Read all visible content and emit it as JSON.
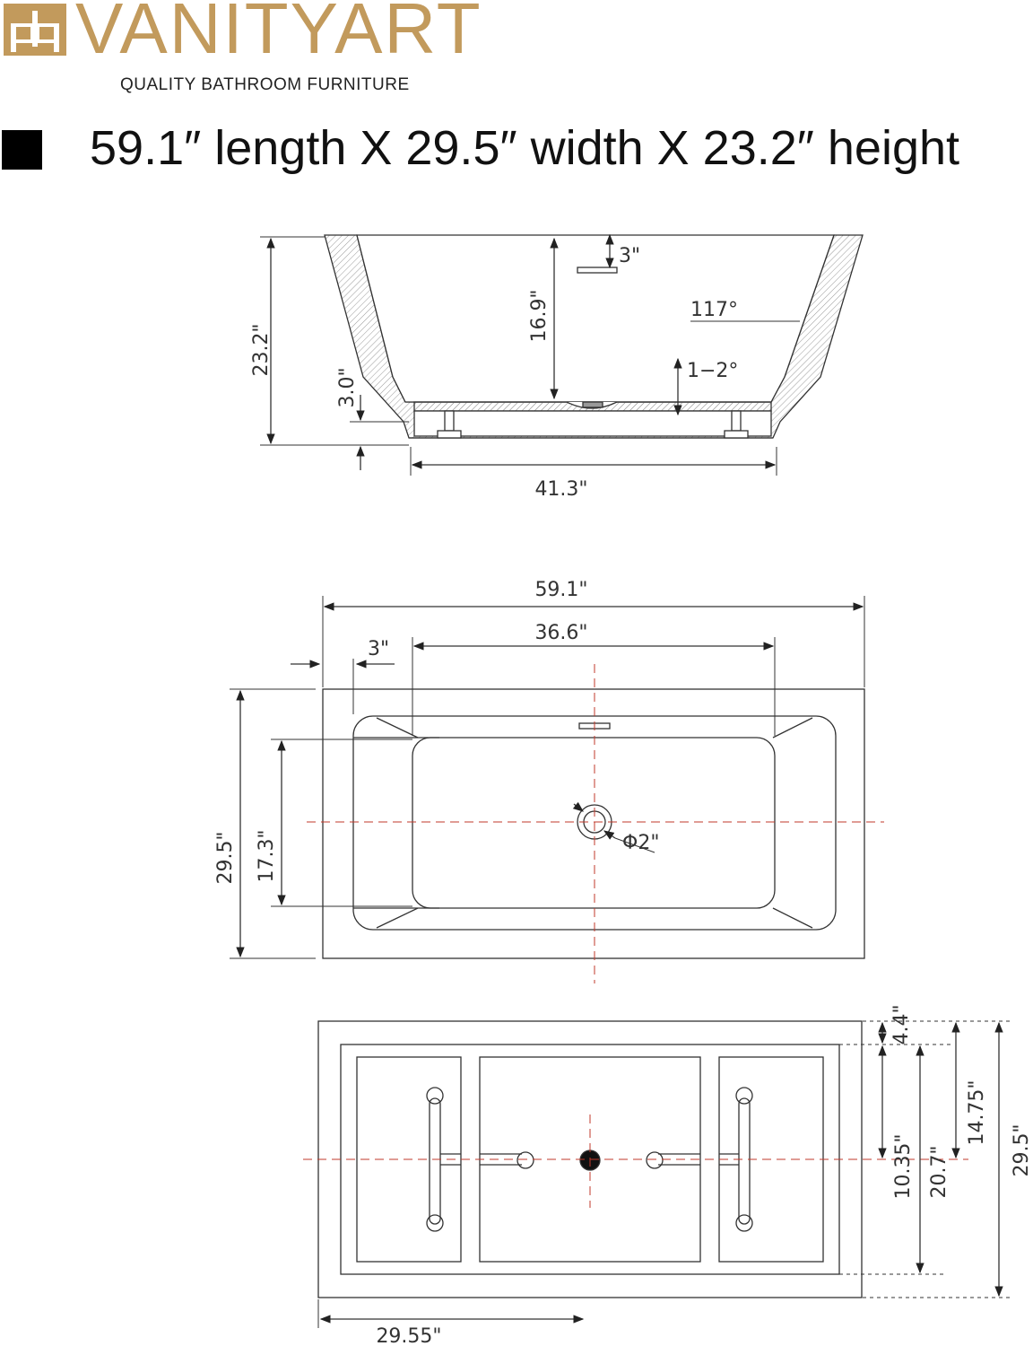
{
  "brand": {
    "name": "VANITYART",
    "tagline": "QUALITY BATHROOM FURNITURE",
    "color": "#c29a5c"
  },
  "headline": "59.1″ length X 29.5″ width X 23.2″ height",
  "side_view": {
    "height_total": "23.2\"",
    "depth": "16.9\"",
    "overflow_drop": "3\"",
    "angle": "117°",
    "slope": "1−2°",
    "base_height": "3.0\"",
    "bottom_length": "41.3\""
  },
  "top_view": {
    "length": "59.1\"",
    "inner_length": "36.6\"",
    "rim": "3\"",
    "width": "29.5\"",
    "inner_width": "17.3\"",
    "drain": "Φ2\""
  },
  "bottom_view": {
    "offset_a": "4.4\"",
    "offset_b": "10.35\"",
    "offset_c": "20.7\"",
    "offset_d": "14.75\"",
    "width": "29.5\"",
    "half_length": "29.55\""
  }
}
